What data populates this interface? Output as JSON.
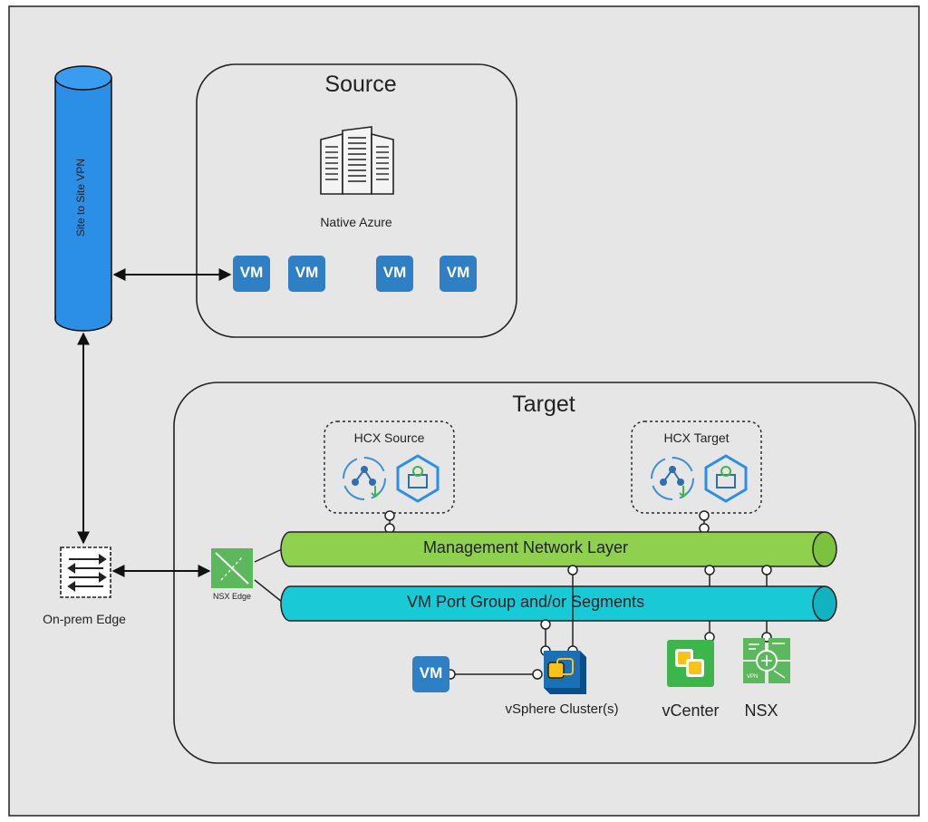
{
  "source": {
    "title": "Source",
    "azure_label": "Native Azure",
    "vms": [
      "VM",
      "VM",
      "VM",
      "VM"
    ]
  },
  "vpn": {
    "label": "Site to Site VPN"
  },
  "edge": {
    "label": "On-prem Edge"
  },
  "target": {
    "title": "Target",
    "hcx_source": "HCX Source",
    "hcx_target": "HCX Target",
    "nsx_edge": "NSX Edge",
    "mgmt_layer": "Management Network Layer",
    "vm_layer": "VM Port Group and/or Segments",
    "vm": "VM",
    "vsphere": "vSphere Cluster(s)",
    "vcenter": "vCenter",
    "nsx": "NSX",
    "nsx_icon_text": "VPN"
  },
  "colors": {
    "frame_bg": "#e6e6e6",
    "vpn_blue": "#2b8fe8",
    "vm_blue": "#2f7fc4",
    "mgmt_green": "#8fd14f",
    "segment_teal": "#19c9d6",
    "nsx_green": "#5cb85c",
    "vcenter_green": "#3cb54a"
  }
}
